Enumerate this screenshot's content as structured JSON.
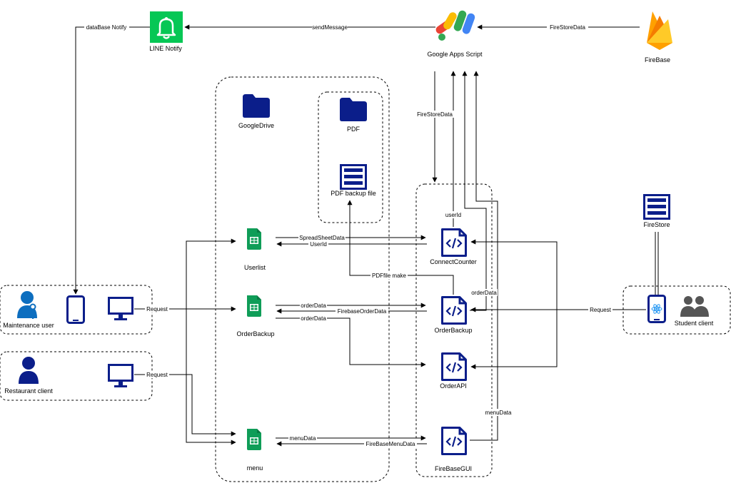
{
  "nodes": {
    "line_notify": "LINE Notify",
    "google_apps_script": "Google Apps Script",
    "firebase": "FireBase",
    "google_drive": "GoogleDrive",
    "pdf_folder": "PDF",
    "pdf_backup_file": "PDF backup file",
    "userlist": "Userlist",
    "order_backup_sheet": "OrderBackup",
    "menu_sheet": "menu",
    "connect_counter": "ConnectCounter",
    "order_backup_api": "OrderBackup",
    "order_api": "OrderAPI",
    "firebase_gui": "FireBaseGUI",
    "firestore": "FireStore",
    "maintenance_user": "Maintenance user",
    "restaurant_client": "Restaurant client",
    "student_client": "Student client"
  },
  "edges": {
    "database_notify": "dataBase Notify",
    "send_message": "sendMessage",
    "firestore_data_top": "FireStoreData",
    "firestore_data_down": "FireStoreData",
    "spreadsheet_data": "SpreadSheetData",
    "userid_back": "UserId",
    "userid_up": "userId",
    "order_data_1": "orderData",
    "order_data_2": "orderData",
    "order_data_up": "orderData",
    "firebase_order_data": "FirebaseOrderData",
    "pdffile_make": "PDFfile make",
    "menu_data": "menuData",
    "menu_data_up": "menuData",
    "firebase_menu_data": "FireBaseMenuData",
    "request_maintenance": "Request",
    "request_restaurant": "Request",
    "request_student": "Request"
  },
  "colors": {
    "line_green": "#06c755",
    "sheets_green": "#0f9d58",
    "navy": "#0b1e8a",
    "user_blue": "#0d6ebf",
    "firebase_yellow": "#ffca28",
    "firebase_orange": "#f57c00"
  },
  "icons": [
    "bell-icon",
    "google-apps-script-logo",
    "firebase-logo",
    "folder-icon",
    "list-icon",
    "sheets-icon",
    "code-file-icon",
    "smartphone-icon",
    "monitor-icon",
    "user-icon",
    "users-icon",
    "key-icon",
    "react-icon"
  ]
}
